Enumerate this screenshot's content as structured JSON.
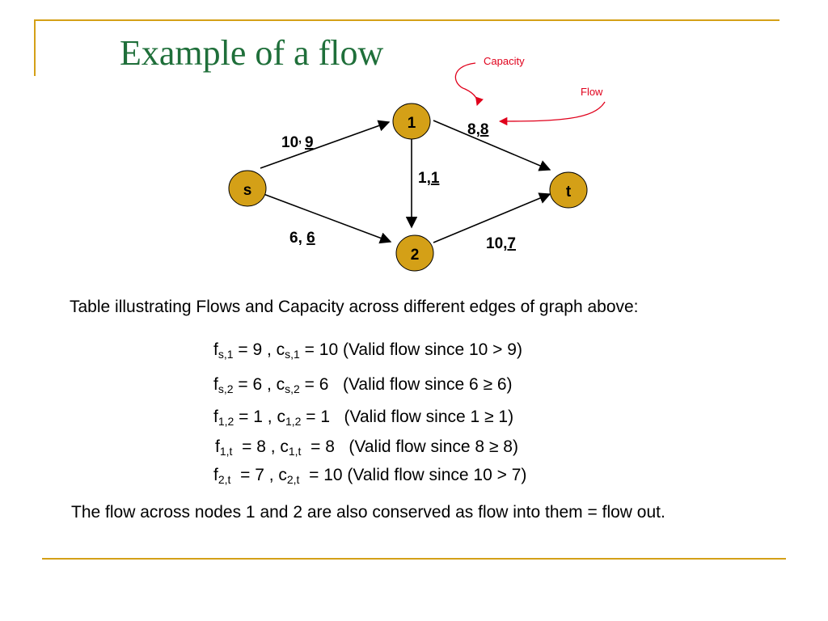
{
  "slide": {
    "title": "Example of a flow",
    "accent_color": "#d4a017",
    "title_color": "#1f6f3a"
  },
  "graph": {
    "node_fill": "#d4a017",
    "nodes": {
      "s": "s",
      "n1": "1",
      "n2": "2",
      "t": "t"
    },
    "edge_labels": {
      "s1_cap": "10",
      "s1_sep": ",",
      "s1_flow": "9",
      "t1_cap": "8",
      "t1_sep": ",",
      "t1_flow": "8",
      "n12_cap": "1",
      "n12_sep": ",",
      "n12_flow": "1",
      "s2_cap": "6",
      "s2_sep": ", ",
      "s2_flow": "6",
      "t2_cap": "10",
      "t2_sep": ",",
      "t2_flow": "7"
    },
    "annotations": {
      "capacity": "Capacity",
      "flow": "Flow",
      "color": "#e0001b"
    }
  },
  "table_intro": "Table illustrating Flows and Capacity across different edges of graph above:",
  "rows": [
    {
      "f": "f",
      "f_sub": "s,1",
      "f_val": " = 9 , ",
      "c": "c",
      "c_sub": "s,1",
      "c_val": " = 10 (Valid flow since 10 > 9)"
    },
    {
      "f": "f",
      "f_sub": "s,2",
      "f_val": " = 6 , ",
      "c": "c",
      "c_sub": "s,2",
      "c_val": " = 6   (Valid flow since 6 ≥ 6)"
    },
    {
      "f": "f",
      "f_sub": "1,2",
      "f_val": " = 1 , ",
      "c": "c",
      "c_sub": "1,2",
      "c_val": " = 1   (Valid flow since 1 ≥ 1)"
    },
    {
      "f": "f",
      "f_sub": "1,t",
      "f_val": "  = 8 , ",
      "c": "c",
      "c_sub": "1,t",
      "c_val": "  = 8   (Valid flow since 8 ≥ 8)"
    },
    {
      "f": "f",
      "f_sub": "2,t",
      "f_val": "  = 7 , ",
      "c": "c",
      "c_sub": "2,t",
      "c_val": "  = 10 (Valid flow since 10 > 7)"
    }
  ],
  "conclusion": "The flow across nodes 1 and 2 are also conserved as flow into them = flow out."
}
